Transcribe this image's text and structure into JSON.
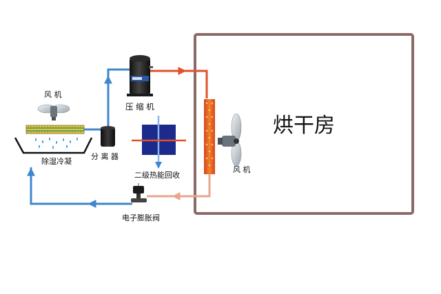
{
  "labels": {
    "drying_room": "烘干房",
    "fan_top": "风 机",
    "fan_right": "风 机",
    "compressor": "压 缩 机",
    "separator": "分 离 器",
    "dehumidifier": "除湿冷凝",
    "heat_recovery": "二级热能回收",
    "expansion_valve": "电子膨胀阀"
  },
  "colors": {
    "room_border": "#8a6a67",
    "hot_pipe": "#e0522a",
    "cold_pipe": "#3f86cc",
    "return_pipe": "#eaa58f",
    "heat_exchanger": "#1c2a8c",
    "condenser_coil": "#e05a20"
  }
}
